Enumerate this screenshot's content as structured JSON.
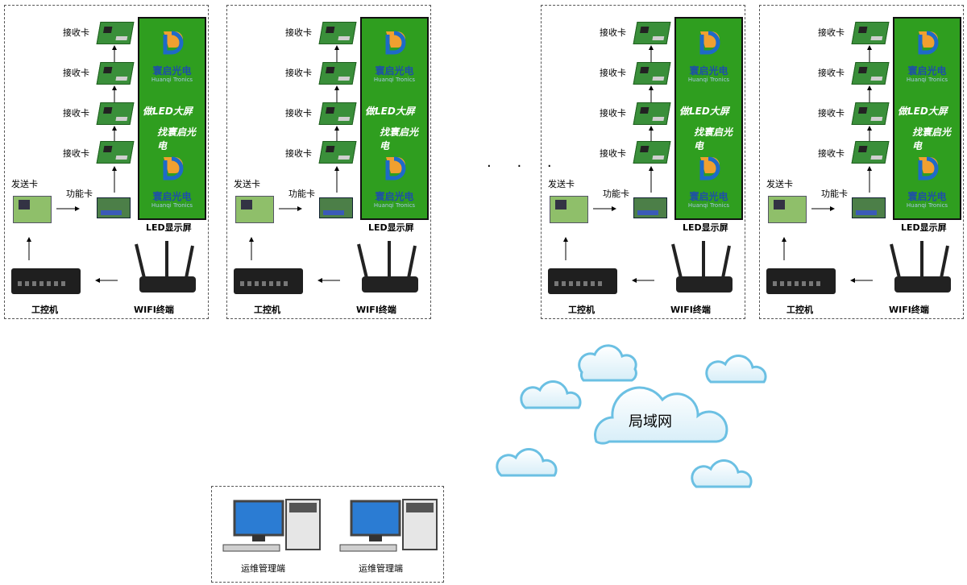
{
  "unit": {
    "receiver_label": "接收卡",
    "sender_label": "发送卡",
    "function_label": "功能卡",
    "screen_label": "LED显示屏",
    "pc_label": "工控机",
    "wifi_label": "WIFI终端"
  },
  "panel": {
    "brand_cn": "寰启光电",
    "brand_en": "Huanqi Tronics",
    "slogan_1": "做LED大屏",
    "slogan_2": "找寰启光电"
  },
  "ellipsis": "·  ·  ·",
  "cloud_label": "局域网",
  "terminal_label": "运维管理端",
  "colors": {
    "panel_green": "#2f9e1f",
    "brand_blue": "#1e4fa8",
    "cloud_blue": "#6bc0e3"
  }
}
